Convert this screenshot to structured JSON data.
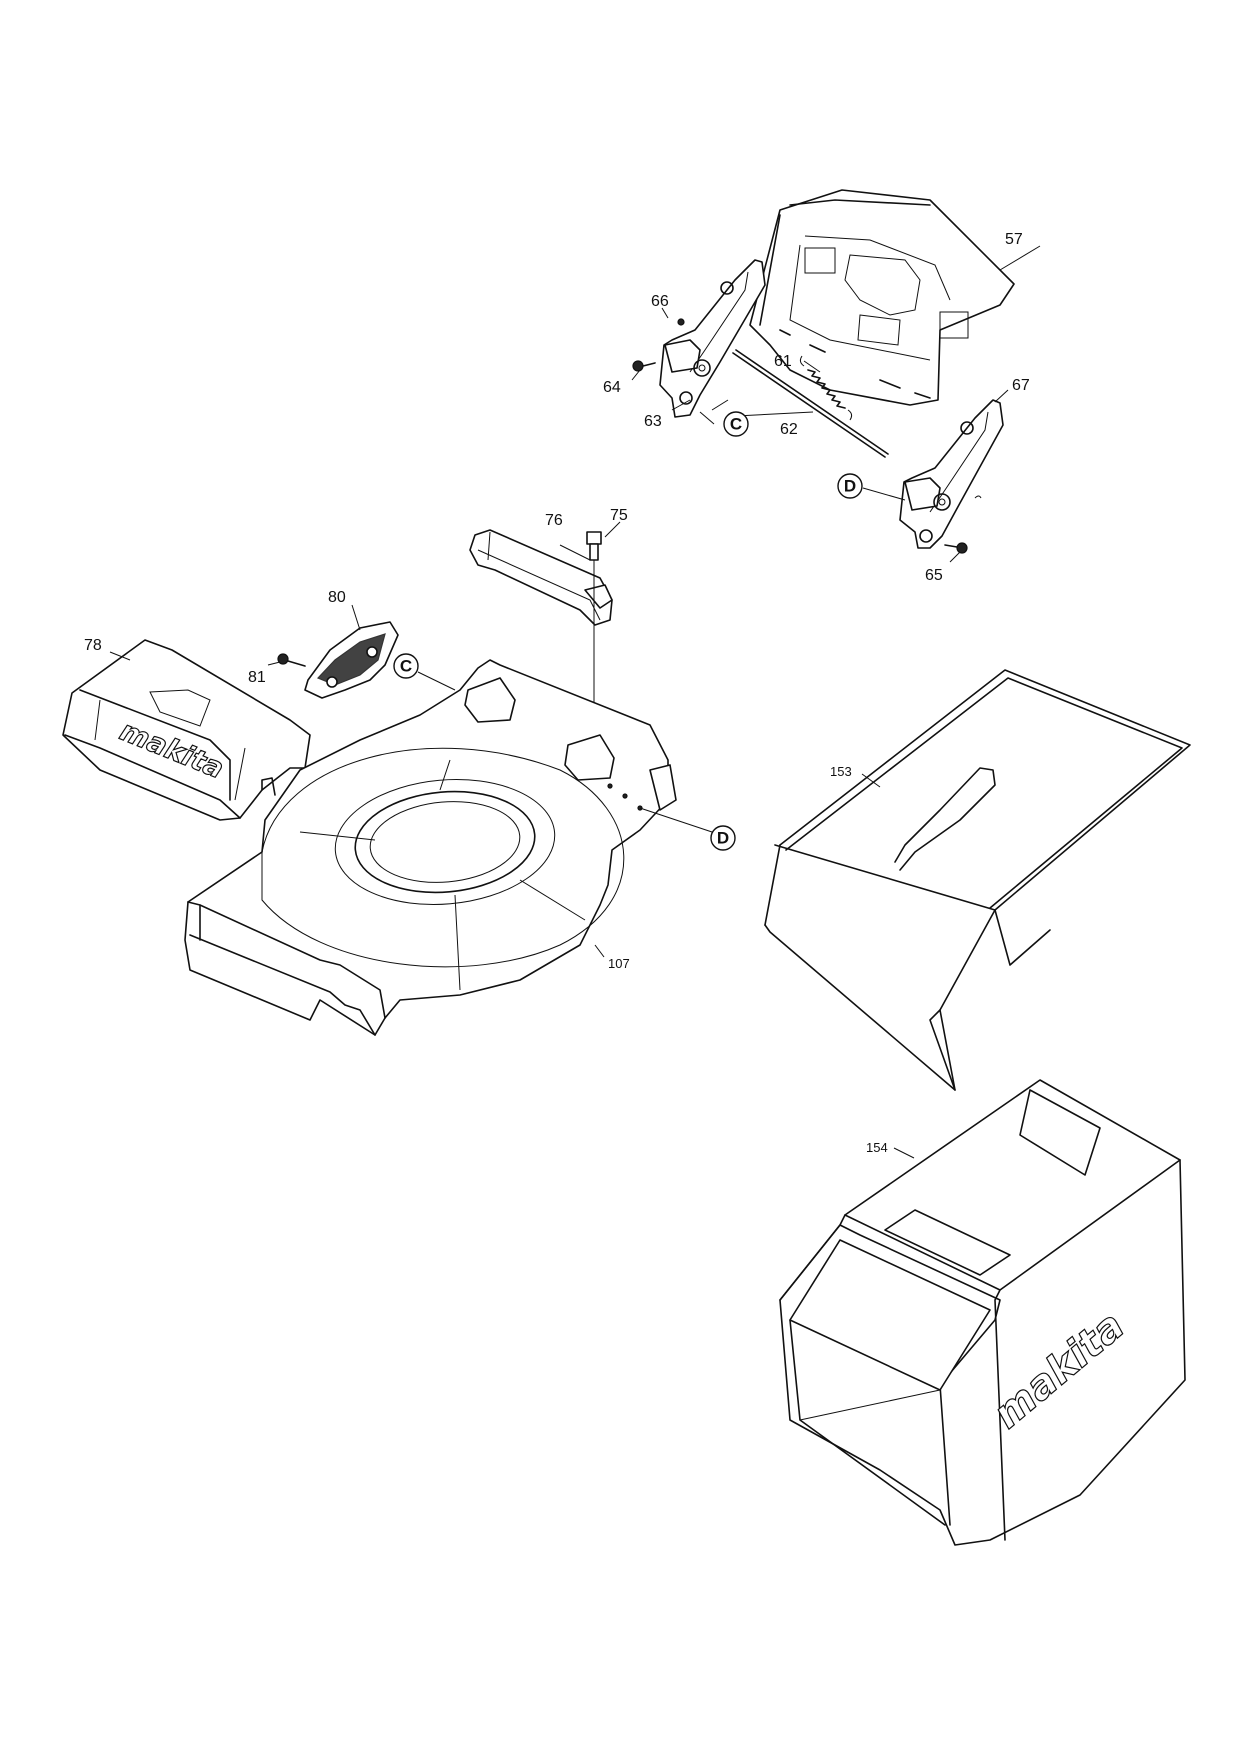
{
  "callouts": [
    {
      "id": "57",
      "text": "57"
    },
    {
      "id": "66",
      "text": "66"
    },
    {
      "id": "61",
      "text": "61"
    },
    {
      "id": "64",
      "text": "64"
    },
    {
      "id": "63",
      "text": "63"
    },
    {
      "id": "62",
      "text": "62"
    },
    {
      "id": "67",
      "text": "67"
    },
    {
      "id": "65",
      "text": "65"
    },
    {
      "id": "76",
      "text": "76"
    },
    {
      "id": "75",
      "text": "75"
    },
    {
      "id": "80",
      "text": "80"
    },
    {
      "id": "78",
      "text": "78"
    },
    {
      "id": "81",
      "text": "81"
    },
    {
      "id": "107",
      "text": "107"
    },
    {
      "id": "153",
      "text": "153"
    },
    {
      "id": "154",
      "text": "154"
    }
  ],
  "references": {
    "c": "C",
    "d": "D"
  },
  "brand_logo": "makita"
}
